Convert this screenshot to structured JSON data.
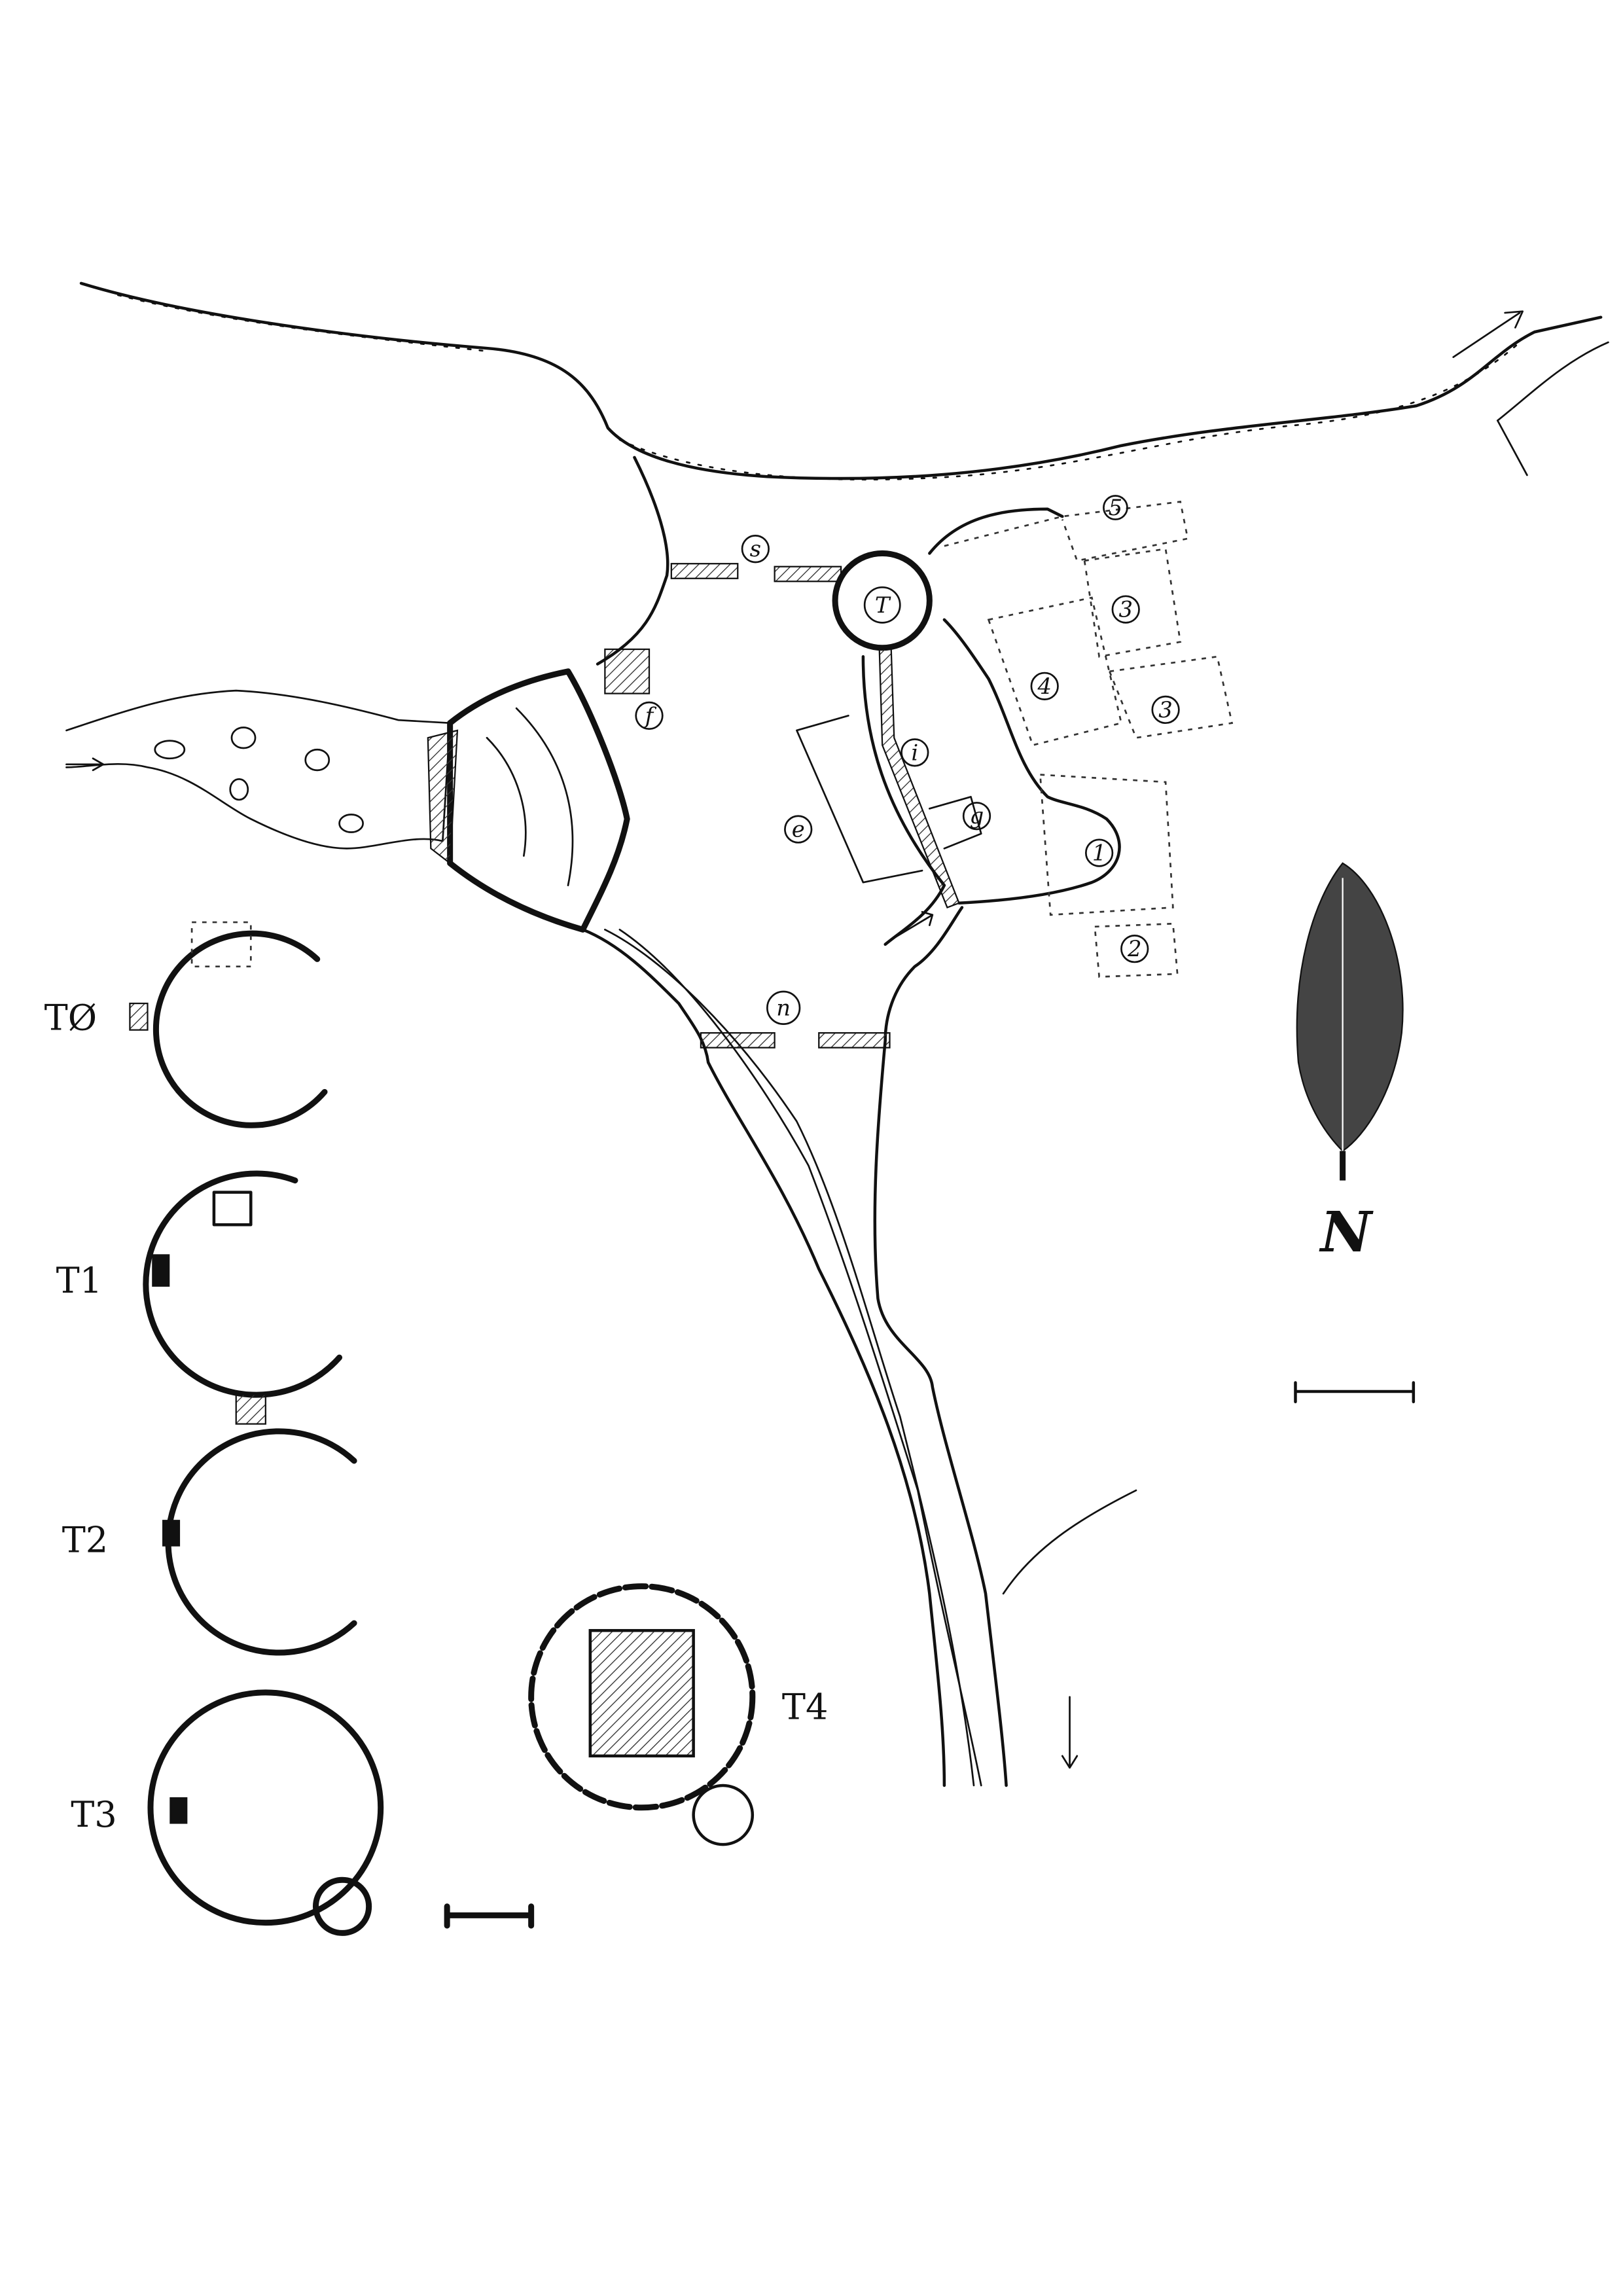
{
  "map": {
    "courtyard_labels": {
      "s": "s",
      "tower": "T",
      "f": "f",
      "e": "e",
      "i": "i",
      "g": "g",
      "n": "n"
    },
    "building_labels": {
      "b1": "1",
      "b2": "2",
      "b3a": "3",
      "b3b": "3",
      "b4": "4",
      "b5": "5"
    },
    "tower_plans": {
      "t0": "TØ",
      "t1": "T1",
      "t2": "T2",
      "t3": "T3",
      "t4": "T4"
    },
    "north_label": "N"
  }
}
